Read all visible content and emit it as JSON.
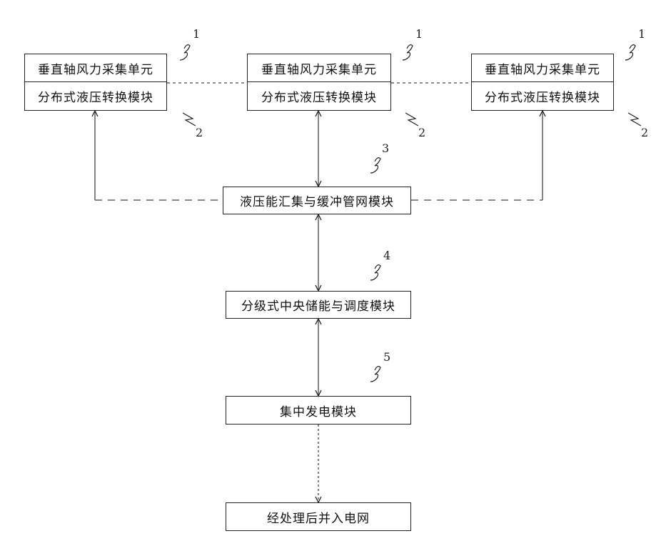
{
  "units": [
    {
      "label_top": "垂直轴风力采集单元",
      "label_bottom": "分布式液压转换模块",
      "ref_top": "1",
      "ref_bottom": "2"
    },
    {
      "label_top": "垂直轴风力采集单元",
      "label_bottom": "分布式液压转换模块",
      "ref_top": "1",
      "ref_bottom": "2"
    },
    {
      "label_top": "垂直轴风力采集单元",
      "label_bottom": "分布式液压转换模块",
      "ref_top": "1",
      "ref_bottom": "2"
    }
  ],
  "hub": {
    "label": "液压能汇集与缓冲管网模块",
    "ref": "3"
  },
  "storage": {
    "label": "分级式中央储能与调度模块",
    "ref": "4"
  },
  "generation": {
    "label": "集中发电模块",
    "ref": "5"
  },
  "grid": {
    "label": "经处理后并入电网"
  }
}
